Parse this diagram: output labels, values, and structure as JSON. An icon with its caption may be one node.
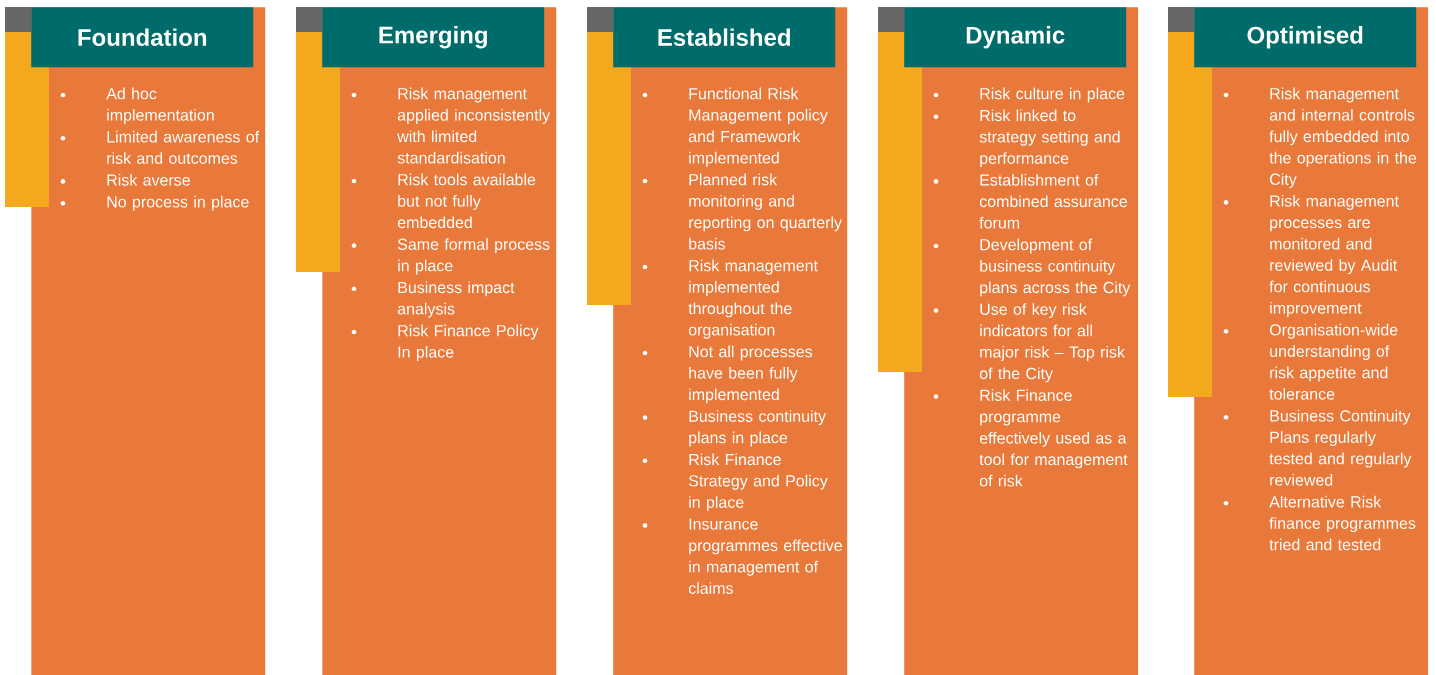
{
  "diagram": {
    "nodes": [
      {
        "text": [
          "Foundation",
          "Ad hoc implementation",
          "Limited awareness of risk and outcomes",
          "Risk averse",
          "No process in place"
        ]
      },
      {
        "text": [
          "Emerging",
          "Risk management applied inconsistently with limited standardisation",
          "Risk tools available but not fully embedded",
          "Same formal process in place",
          "Business impact analysis",
          "Risk Finance Policy In place"
        ]
      },
      {
        "text": [
          "Established",
          "Functional Risk Management policy and Framework implemented",
          "Planned risk monitoring and reporting on quarterly basis",
          "Risk management implemented throughout the organisation",
          "Not all processes have been fully implemented",
          "Business continuity plans in place",
          "Risk Finance Strategy and Policy in place",
          "Insurance programmes effective in management of claims"
        ]
      },
      {
        "text": [
          "Dynamic",
          "Risk culture in place",
          "Risk linked to strategy setting and performance",
          "Establishment of combined assurance forum",
          "Development of business continuity plans across the City",
          "Use of key risk indicators for all major risk – Top risk of the City",
          "Risk Finance programme effectively used as a tool for management of risk"
        ]
      },
      {
        "text": [
          "Optimised",
          "Risk management and internal controls fully embedded into the operations in the City",
          "Risk management processes are monitored and reviewed by Audit for continuous improvement",
          "Organisation-wide understanding of risk appetite and tolerance",
          "Business Continuity Plans regularly tested and regularly reviewed",
          "Alternative Risk finance programmes tried and tested"
        ]
      }
    ]
  }
}
